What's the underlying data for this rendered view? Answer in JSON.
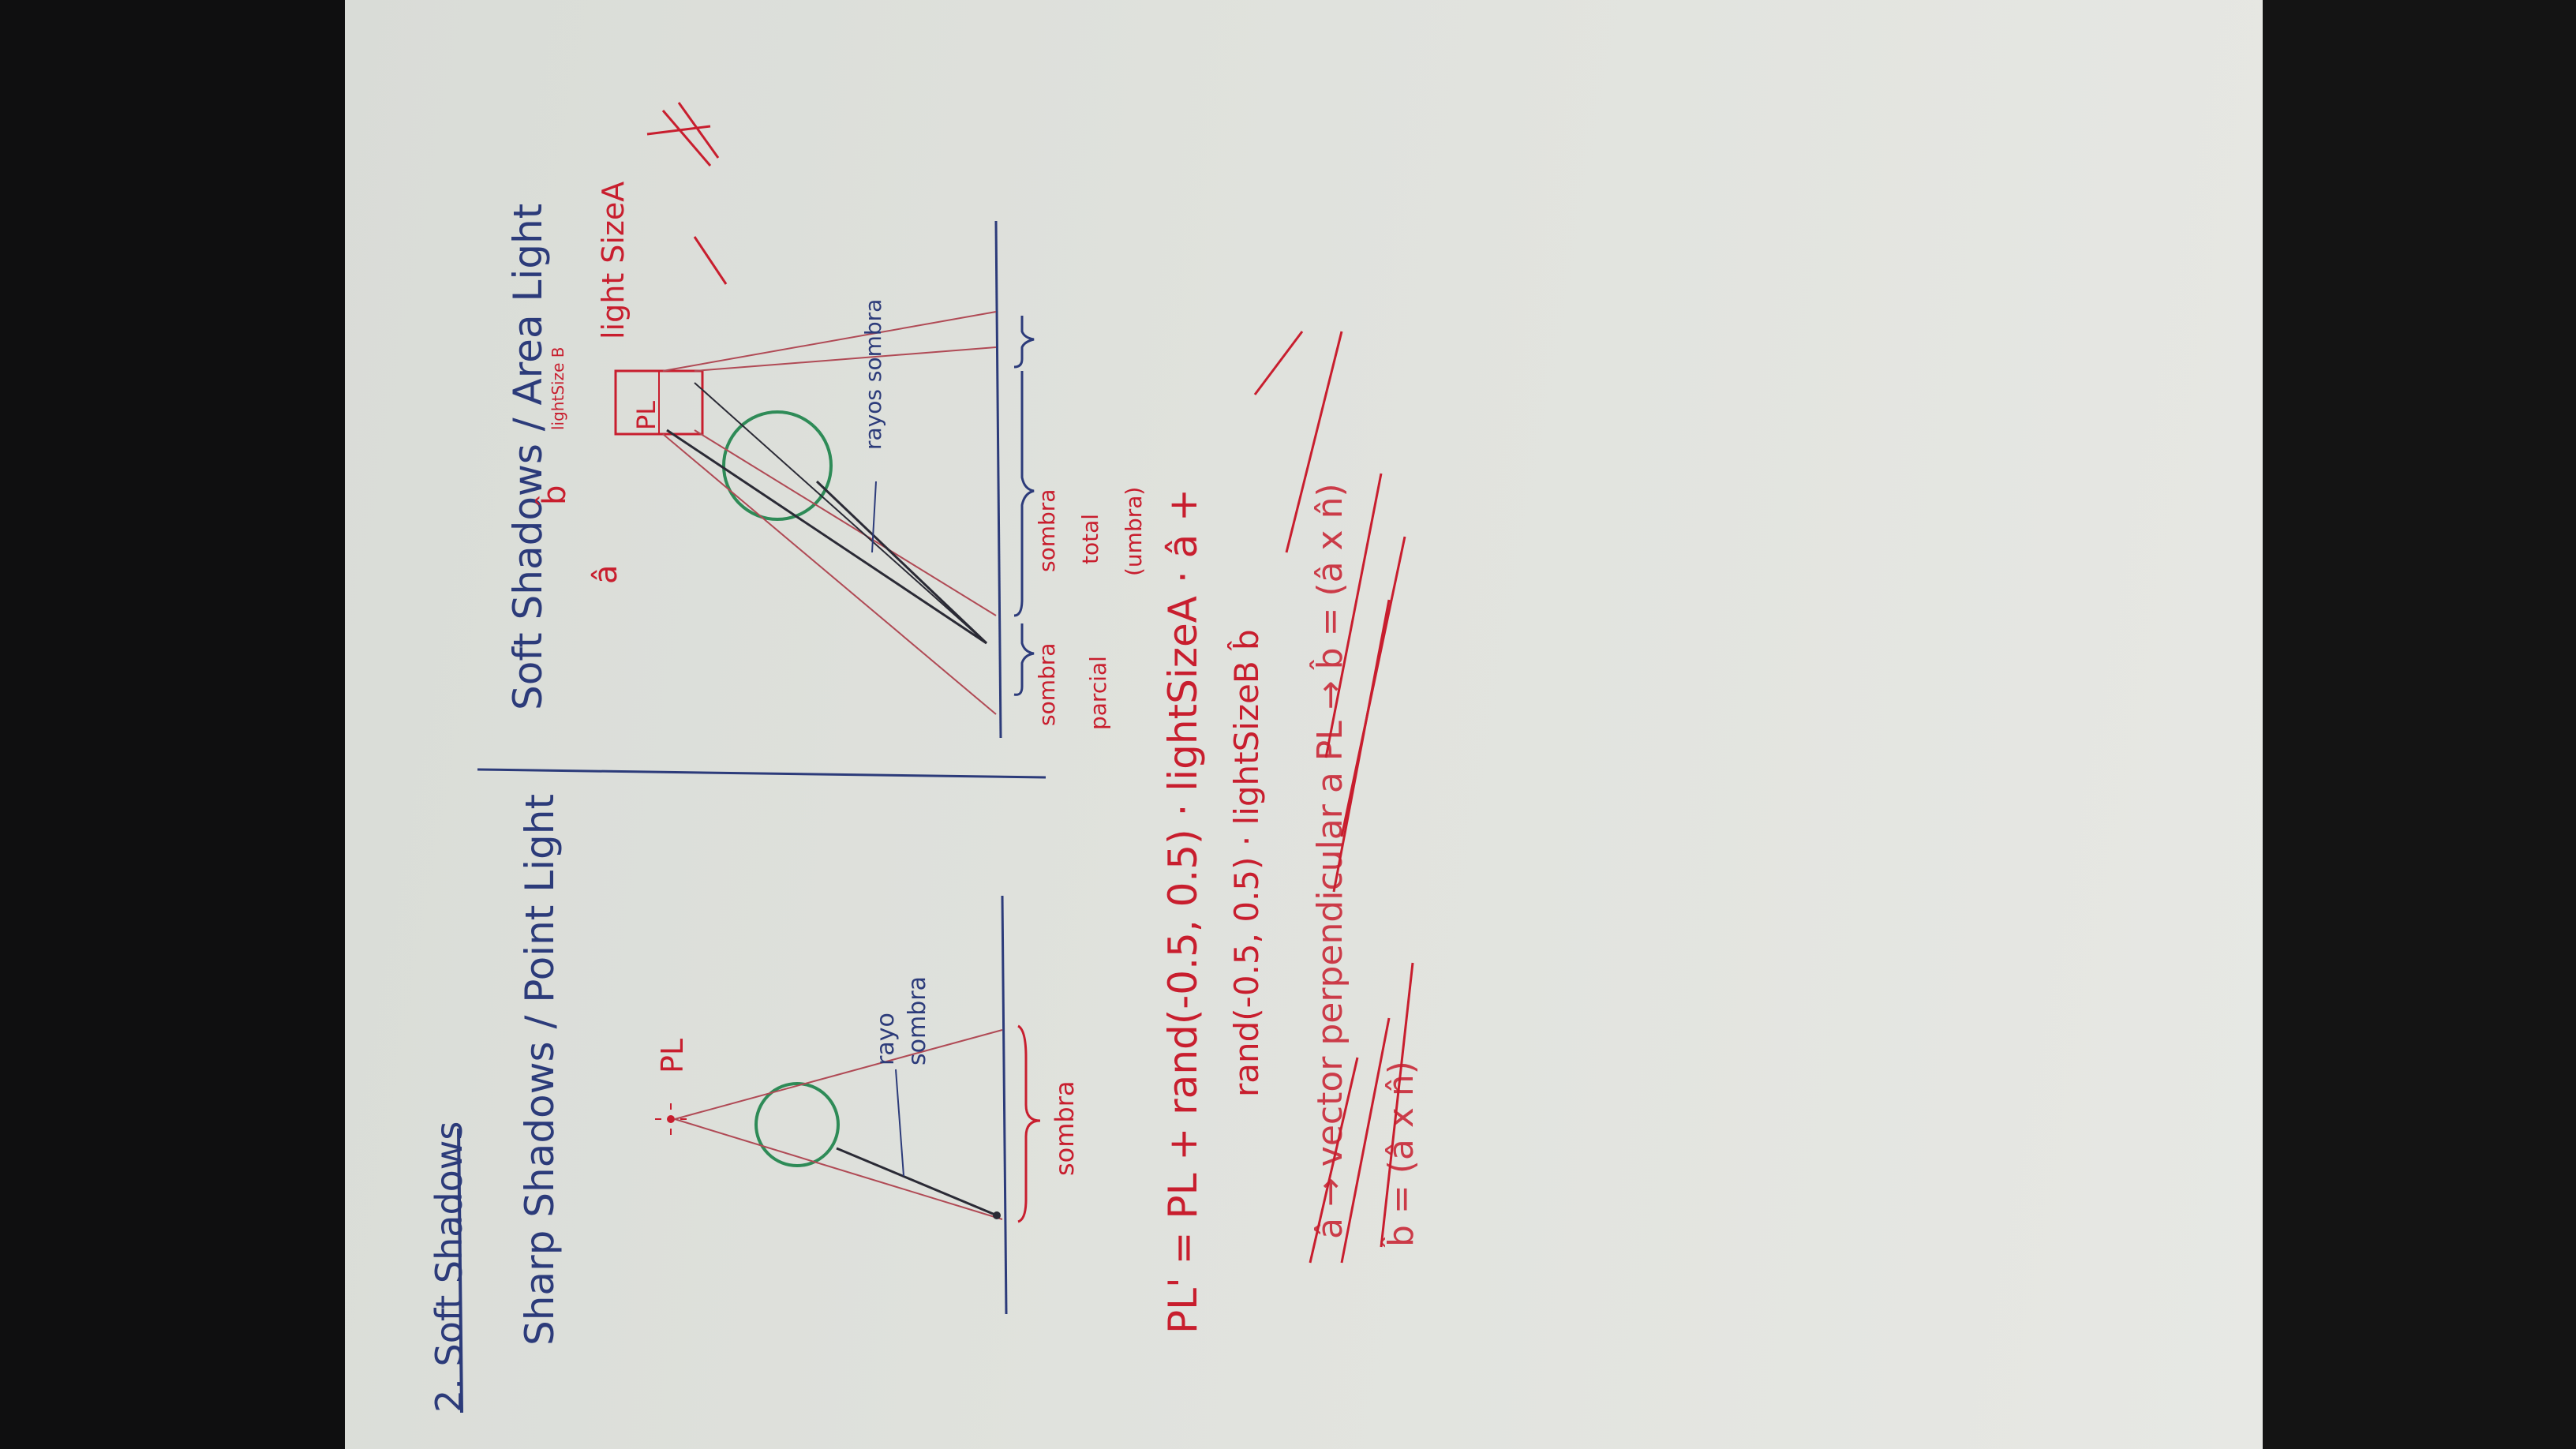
{
  "title": "2. Soft Shadows",
  "left_section": {
    "heading": "Sharp Shadows / Point Light",
    "light_label": "PL",
    "ray_label_1": "rayo",
    "ray_label_2": "sombra",
    "shadow_label": "sombra"
  },
  "right_section": {
    "heading": "Soft Shadows / Area Light",
    "vec_a": "â",
    "vec_b": "b̂",
    "light_label": "PL",
    "light_size_b": "lightSize B",
    "light_size_a": "light SizeA",
    "rays_label": "rayos sombra",
    "partial_1": "sombra",
    "partial_2": "parcial",
    "total_1": "sombra",
    "total_2": "total",
    "total_3": "(umbra)"
  },
  "formula": {
    "line1": "PL' = PL + rand(-0.5, 0.5) · lightSizeA · â +",
    "line2": "rand(-0.5, 0.5) · lightSizeB b̂"
  },
  "crossed_note": {
    "line1": "â → vector perpendicular a PL → b̂ = (â x n̂)",
    "line2": "b̂ = (â x n̂)"
  },
  "colors": {
    "blue_ink": "#2c3b7a",
    "red_ink": "#c81e2e",
    "paper": "#e0e2dd"
  }
}
